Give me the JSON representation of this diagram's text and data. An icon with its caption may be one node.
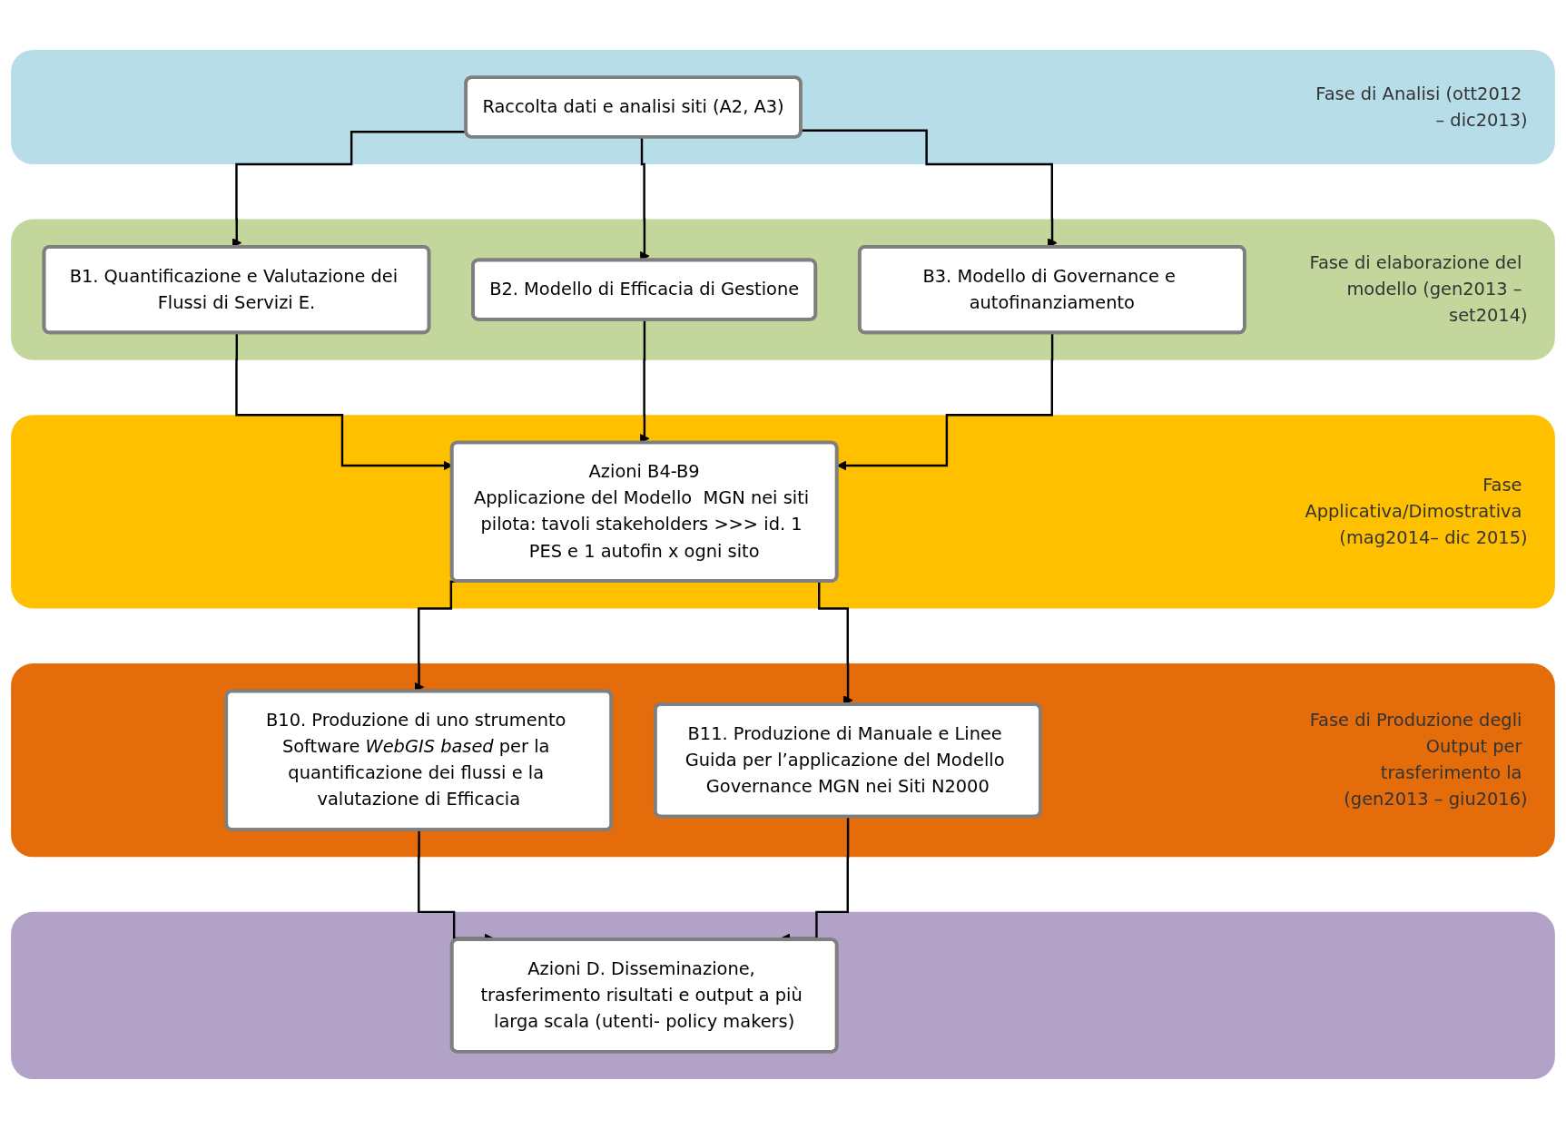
{
  "diagram": {
    "nodes": [
      {
        "text": [
          "Fase di Analisi (ott2012 – dic2013)"
        ]
      },
      {
        "text": [
          "Raccolta dati e analisi siti (A2, A3)"
        ],
        "in": 0
      },
      {
        "text": [
          "Fase di elaborazione del modello (gen2013 – set2014)"
        ]
      },
      {
        "text": [
          "B1. Quantificazione e Valutazione dei Flussi di Servizi E."
        ],
        "in": 2
      },
      {
        "text": [
          "B2. Modello di Efficacia di Gestione"
        ],
        "in": 2
      },
      {
        "text": [
          "B3. Modello di Governance e autofinanziamento"
        ],
        "in": 2
      },
      {
        "text": [
          "Fase Applicativa/Dimostrativa (mag2014– dic 2015)"
        ]
      },
      {
        "text": [
          "Azioni B4-B9",
          "Applicazione del Modello  MGN nei siti pilota: tavoli stakeholders >>> id. 1 PES e 1 autofin x ogni sito"
        ],
        "in": 6
      },
      {
        "text": [
          "Fase di Produzione degli Output per trasferimento la (gen2013 – giu2016)"
        ]
      },
      {
        "text": [
          "B10. Produzione di uno strumento Software *WebGIS based* per la quantificazione dei flussi e la valutazione di Efficacia"
        ],
        "in": 8
      },
      {
        "text": [
          "B11. Produzione di Manuale e Linee Guida per l’applicazione del Modello Governance MGN nei Siti N2000"
        ],
        "in": 8
      },
      {
        "text": [],
        "shape": "box"
      },
      {
        "text": [
          "Azioni D. Disseminazione, trasferimento risultati e output a più larga scala (utenti- policy makers)"
        ],
        "in": 11
      }
    ],
    "edges": [
      {
        "from": 1,
        "to": 3,
        "arrow": "to"
      },
      {
        "from": 1,
        "to": 4,
        "arrow": "to"
      },
      {
        "from": 1,
        "to": 5,
        "arrow": "to"
      },
      {
        "from": 3,
        "to": 7,
        "arrow": "to"
      },
      {
        "from": 4,
        "to": 7,
        "arrow": "to"
      },
      {
        "from": 5,
        "to": 7,
        "arrow": "to"
      },
      {
        "from": 7,
        "to": 9,
        "arrow": "to"
      },
      {
        "from": 7,
        "to": 10,
        "arrow": "to"
      },
      {
        "from": 9,
        "to": 12,
        "arrow": "to"
      },
      {
        "from": 10,
        "to": 12,
        "arrow": "to"
      }
    ]
  }
}
